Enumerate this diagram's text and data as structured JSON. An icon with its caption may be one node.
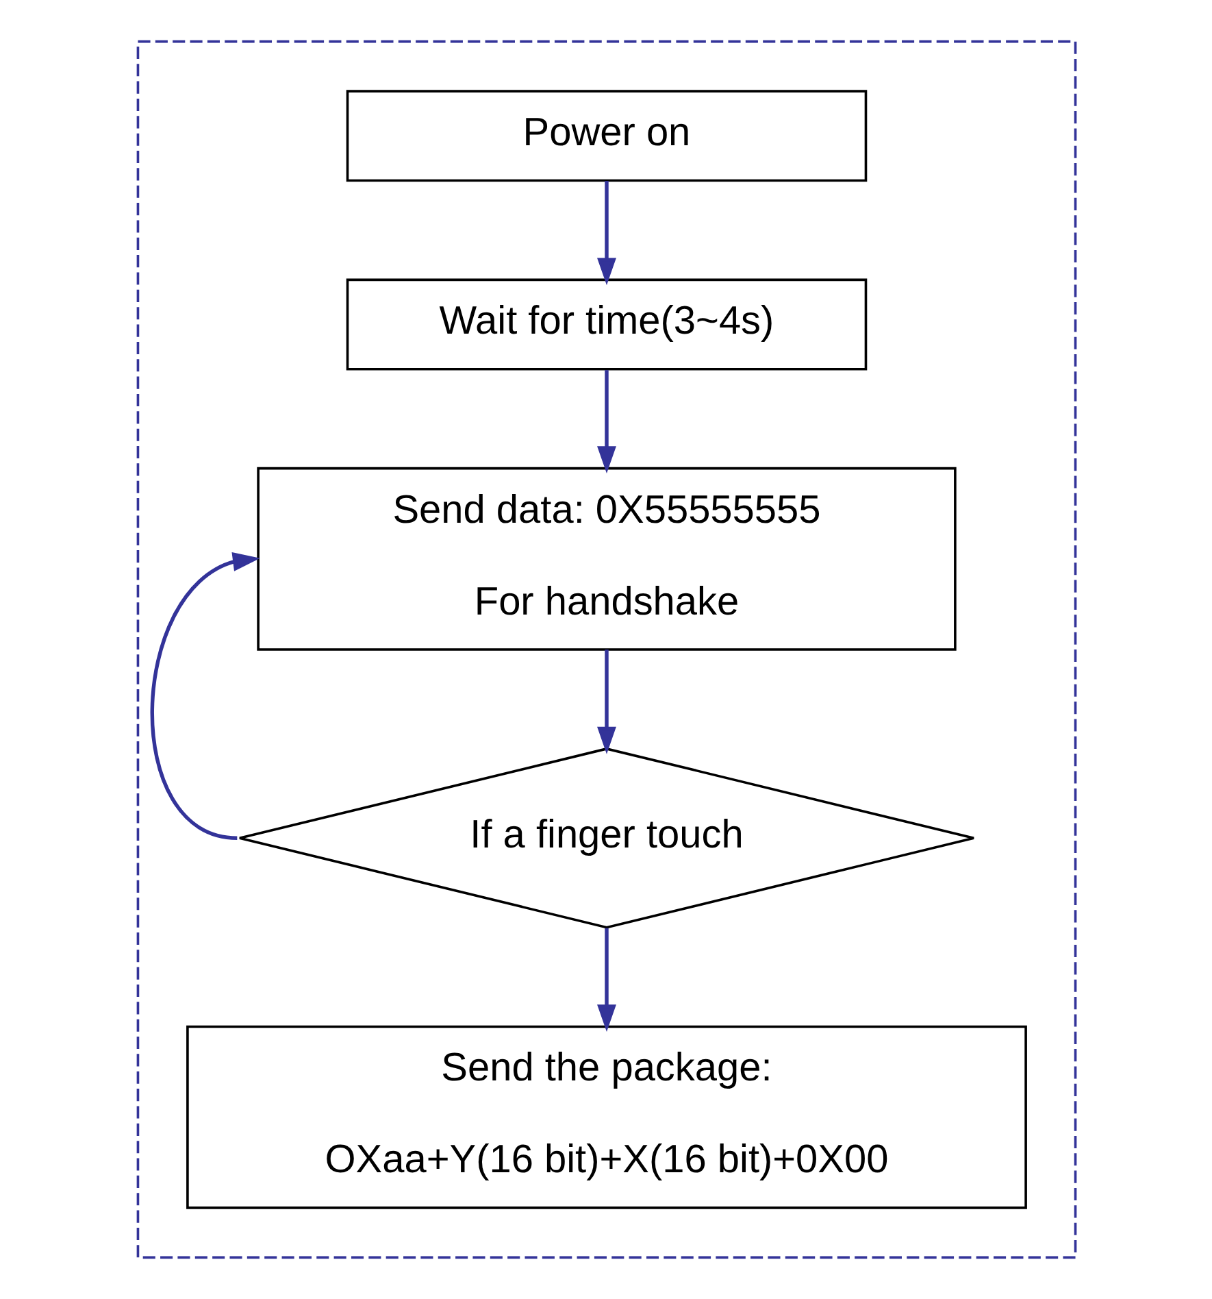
{
  "diagram": {
    "nodes": [
      {
        "text": [],
        "shape": "box"
      },
      {
        "text": [
          "Power on"
        ],
        "in": 0
      },
      {
        "text": [
          "Wait for time(3~4s)"
        ],
        "in": 0
      },
      {
        "text": [
          "Send data: 0X55555555",
          "For handshake"
        ],
        "in": 0
      },
      {
        "text": [
          "If a finger touch"
        ],
        "in": 0
      },
      {
        "text": [
          "Send the package:",
          "OXaa+Y(16 bit)+X(16 bit)+0X00"
        ],
        "in": 0
      }
    ],
    "edges": [
      {
        "from": 1,
        "to": 2,
        "arrow": "to"
      },
      {
        "from": 2,
        "to": 3,
        "arrow": "to"
      },
      {
        "from": 3,
        "to": 4,
        "arrow": "to"
      },
      {
        "from": 4,
        "to": 3,
        "arrow": "to"
      },
      {
        "from": 4,
        "to": 5,
        "arrow": "to"
      }
    ]
  }
}
